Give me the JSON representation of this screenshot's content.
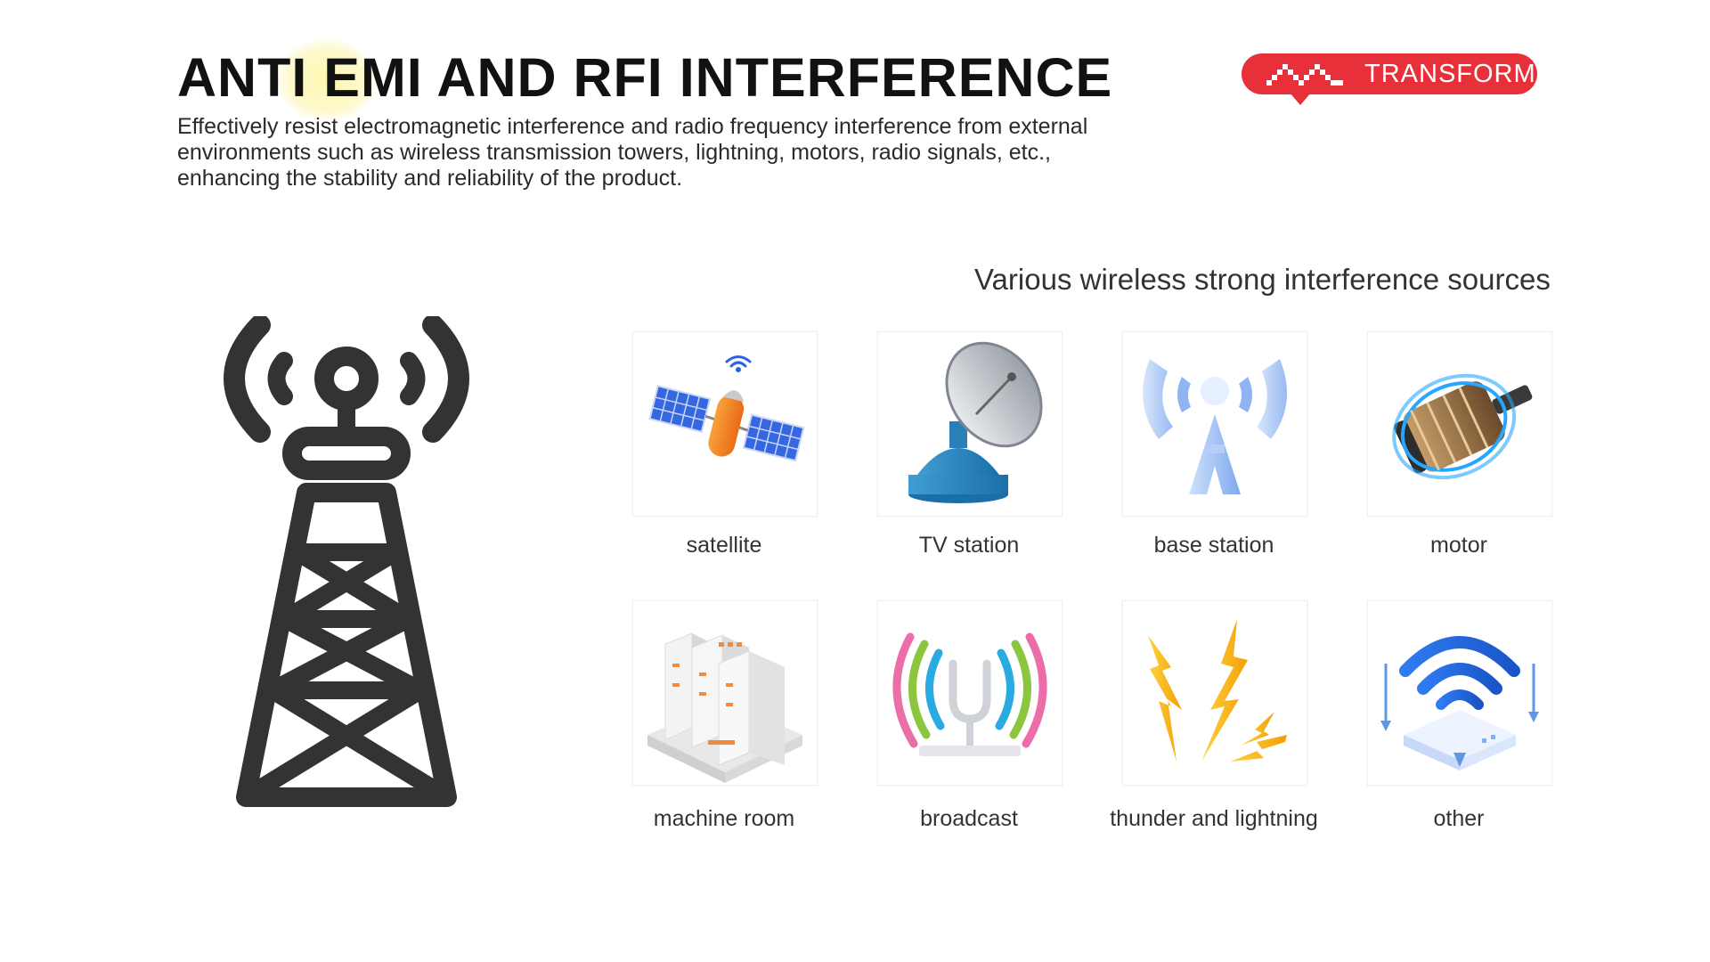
{
  "header": {
    "title": "ANTI EMI AND RFI INTERFERENCE",
    "description": "Effectively resist electromagnetic interference and radio frequency interference from external environments such as wireless transmission towers, lightning, motors, radio signals, etc., enhancing the stability and reliability of the product."
  },
  "brand": {
    "name": "TRANSFORM",
    "color": "#e8303a"
  },
  "section": {
    "heading": "Various wireless strong interference sources"
  },
  "sources": [
    {
      "label": "satellite",
      "icon": "satellite-icon"
    },
    {
      "label": "TV station",
      "icon": "satellite-dish-icon"
    },
    {
      "label": "base station",
      "icon": "base-station-icon"
    },
    {
      "label": "motor",
      "icon": "motor-icon"
    },
    {
      "label": "machine room",
      "icon": "server-room-icon"
    },
    {
      "label": "broadcast",
      "icon": "broadcast-icon"
    },
    {
      "label": "thunder and lightning",
      "icon": "lightning-icon"
    },
    {
      "label": "other",
      "icon": "wifi-router-icon"
    }
  ],
  "hero_icon": "radio-tower-icon"
}
